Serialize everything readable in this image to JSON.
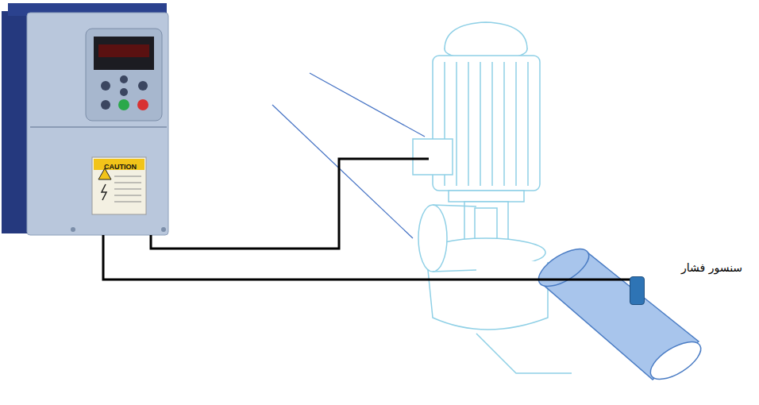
{
  "diagram": {
    "nodes": [
      {
        "text": [
          "CAUTION"
        ]
      },
      {
        "text": [
          "سنسور فشار"
        ]
      }
    ],
    "edges": [
      {
        "from": 0,
        "to": 1,
        "arrow": "none"
      }
    ]
  }
}
